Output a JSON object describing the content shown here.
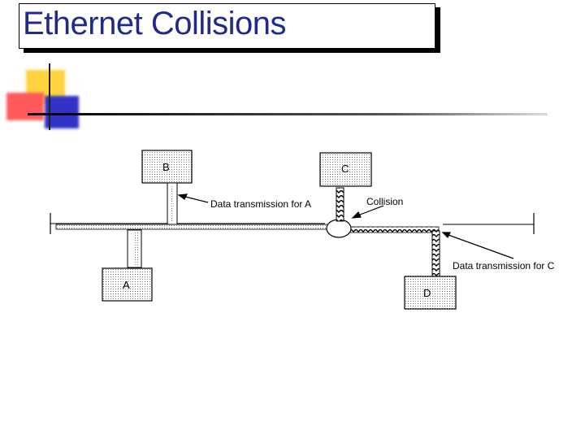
{
  "title": "Ethernet Collisions",
  "nodes": {
    "a": "A",
    "b": "B",
    "c": "C",
    "d": "D"
  },
  "labels": {
    "data_a": "Data transmission for A",
    "collision": "Collision",
    "data_c": "Data transmission for C"
  },
  "colors": {
    "title_text": "#1f2a8c",
    "deco_yellow": "#ffd23f",
    "deco_red": "#ff5a5a",
    "deco_blue": "#3232c8"
  }
}
